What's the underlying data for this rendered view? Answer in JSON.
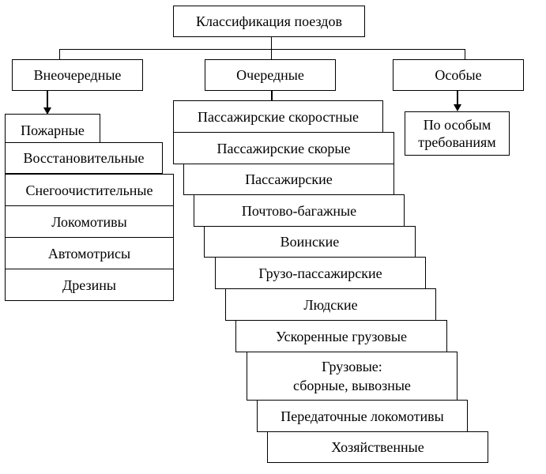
{
  "root": "Классификация поездов",
  "categories": [
    {
      "label": "Внеочередные",
      "items": [
        "Пожарные",
        "Восстановительные",
        "Снегоочистительные",
        "Локомотивы",
        "Автомотрисы",
        "Дрезины"
      ]
    },
    {
      "label": "Очередные",
      "items": [
        "Пассажирские скоростные",
        "Пассажирские скорые",
        "Пассажирские",
        "Почтово-багажные",
        "Воинские",
        "Грузо-пассажирские",
        "Людские",
        "Ускоренные грузовые",
        "Грузовые:\nсборные, вывозные",
        "Передаточные локомотивы",
        "Хозяйственные"
      ]
    },
    {
      "label": "Особые",
      "items": [
        "По особым\nтребованиям"
      ]
    }
  ]
}
